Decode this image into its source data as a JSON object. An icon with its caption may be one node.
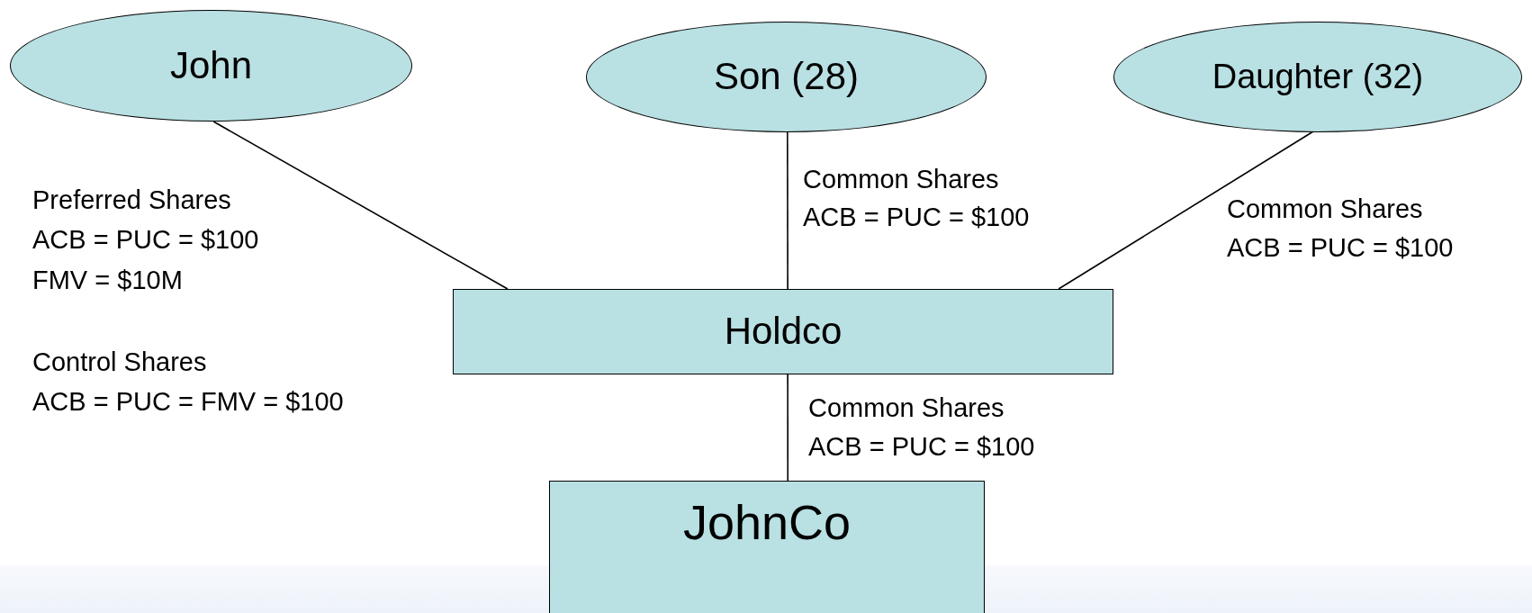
{
  "diagram": {
    "nodes": [
      {
        "text": [
          "John"
        ]
      },
      {
        "text": [
          "Son (28)"
        ]
      },
      {
        "text": [
          "Daughter (32)"
        ]
      },
      {
        "text": [
          "Holdco"
        ]
      },
      {
        "text": [
          "JohnCo"
        ]
      }
    ],
    "edges": [
      {
        "from": 0,
        "to": 3,
        "arrow": "none"
      },
      {
        "from": 1,
        "to": 3,
        "arrow": "none"
      },
      {
        "from": 2,
        "to": 3,
        "arrow": "none"
      },
      {
        "from": 3,
        "to": 4,
        "arrow": "none"
      }
    ],
    "labels": [
      "Preferred Shares",
      "ACB = PUC = $100",
      "FMV = $10M",
      "Control Shares",
      "ACB = PUC = FMV = $100",
      "Common Shares",
      "ACB = PUC = $100",
      "Common Shares",
      "ACB = PUC = $100",
      "Common Shares",
      "ACB = PUC = $100"
    ]
  }
}
